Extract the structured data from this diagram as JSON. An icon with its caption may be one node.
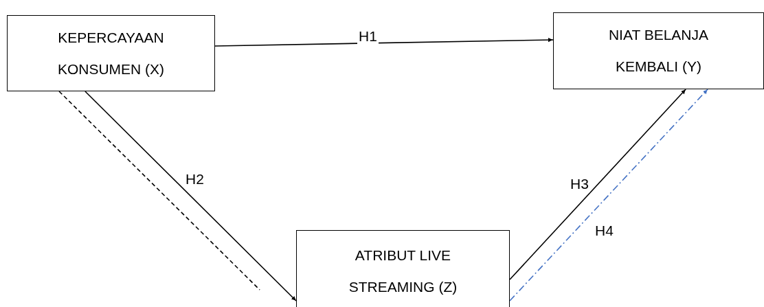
{
  "diagram": {
    "nodes": [
      {
        "text": [
          "KEPERCAYAAN KONSUMEN (X)"
        ]
      },
      {
        "text": [
          "NIAT BELANJA KEMBALI (Y)"
        ]
      },
      {
        "text": [
          "ATRIBUT LIVE STREAMING (Z)"
        ]
      }
    ],
    "edges": [
      {
        "from": 0,
        "to": 1,
        "arrow": "to",
        "label": "H1"
      },
      {
        "from": 0,
        "to": 2,
        "arrow": "to",
        "label": "H2"
      },
      {
        "from": 0,
        "to": 2,
        "arrow": "none",
        "style": "dashed"
      },
      {
        "from": 2,
        "to": 1,
        "arrow": "to",
        "label": "H3"
      },
      {
        "from": 2,
        "to": 1,
        "arrow": "to",
        "label": "H4",
        "style": "dashed",
        "color": "#4472c4"
      }
    ]
  }
}
